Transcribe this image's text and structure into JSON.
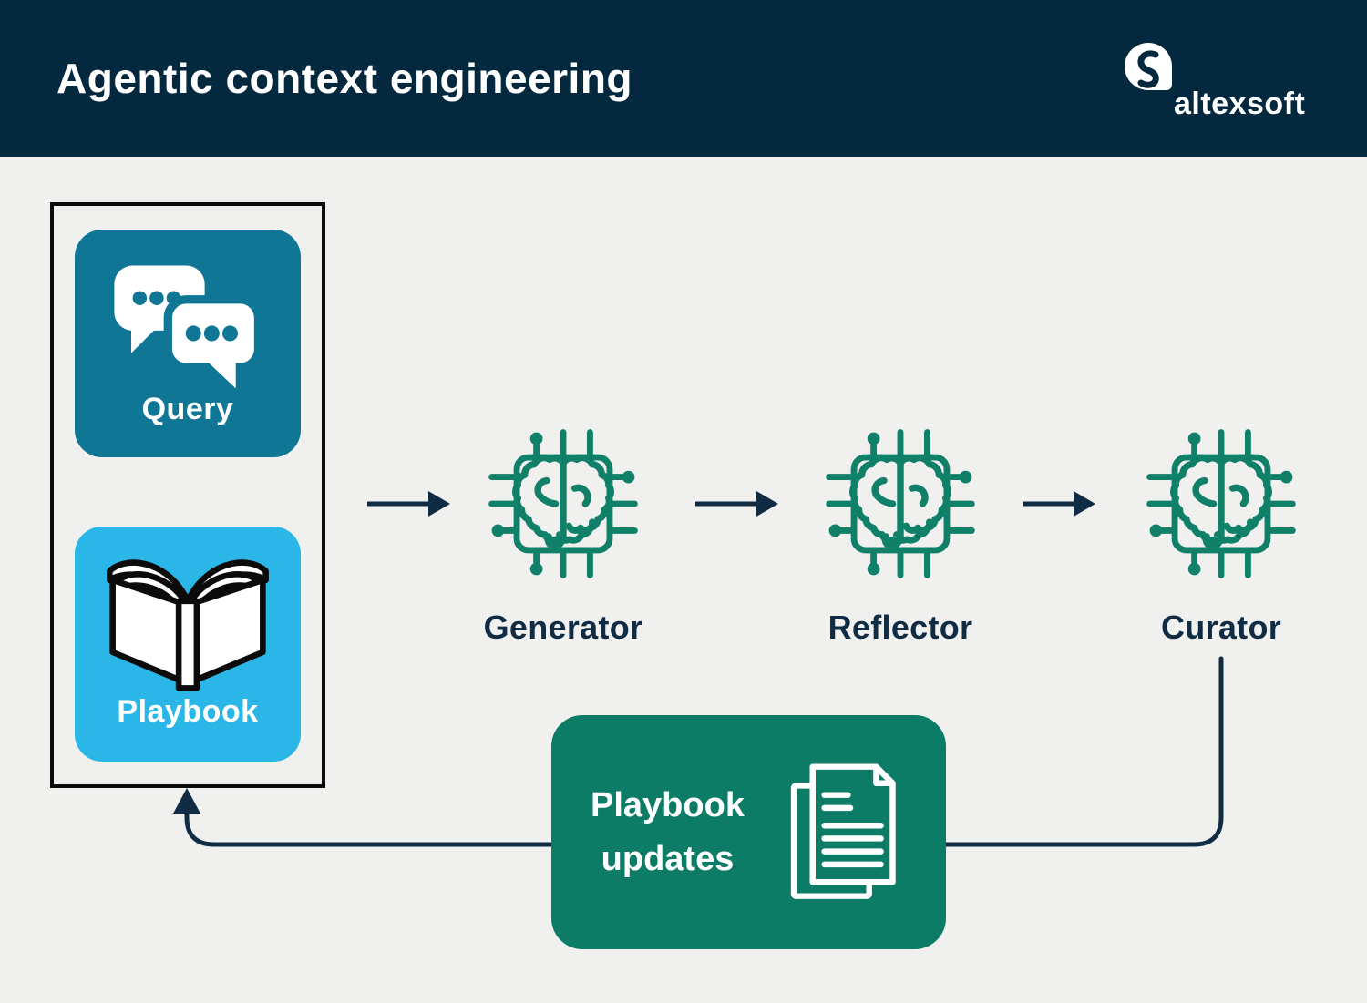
{
  "header": {
    "title": "Agentic context engineering",
    "brand": "altexsoft"
  },
  "inputs": {
    "query": {
      "label": "Query"
    },
    "playbook": {
      "label": "Playbook"
    }
  },
  "agents": [
    {
      "label": "Generator"
    },
    {
      "label": "Reflector"
    },
    {
      "label": "Curator"
    }
  ],
  "update_box": {
    "line1": "Playbook",
    "line2": "updates"
  },
  "icons": {
    "brand_mark": "altexsoft-logo-icon",
    "query": "chat-bubbles-icon",
    "playbook": "open-book-icon",
    "agent": "brain-chip-icon",
    "updates": "documents-icon"
  },
  "colors": {
    "header_bg": "#04293f",
    "canvas_bg": "#f0f0ee",
    "query_card": "#0f7795",
    "playbook_card": "#2ab7e8",
    "chip_green": "#108068",
    "update_box": "#0c7c66",
    "arrow_navy": "#0f2c44",
    "outline_black": "#0b0b0b",
    "text_white": "#ffffff"
  }
}
